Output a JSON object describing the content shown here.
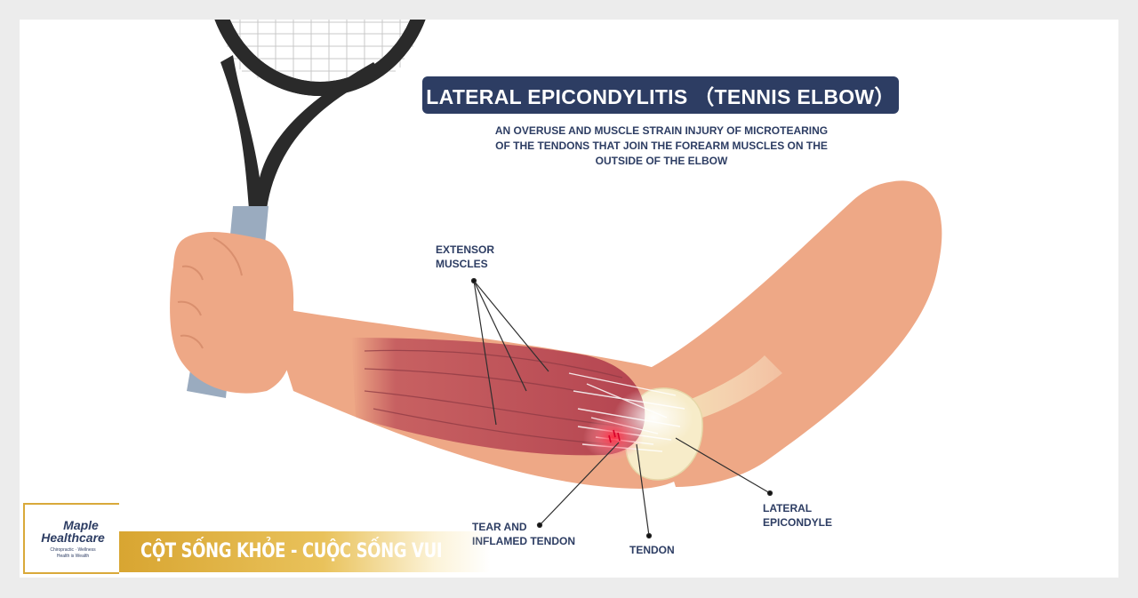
{
  "title": "LATERAL EPICONDYLITIS （TENNIS ELBOW）",
  "subtitle": [
    "AN OVERUSE AND MUSCLE STRAIN INJURY OF MICROTEARING",
    "OF THE TENDONS THAT JOIN THE FOREARM MUSCLES ON THE",
    "OUTSIDE OF THE ELBOW"
  ],
  "labels": {
    "extensor_muscles": [
      "EXTENSOR",
      "MUSCLES"
    ],
    "tear_inflamed": [
      "TEAR AND",
      "INFLAMED TENDON"
    ],
    "tendon": "TENDON",
    "lateral_epicondyle": [
      "LATERAL",
      "EPICONDYLE"
    ]
  },
  "brand": {
    "name_line1": "Maple",
    "name_line2": "Healthcare",
    "tagline_line1": "Chiropractic · Wellness",
    "tagline_line2": "Health is Wealth",
    "slogan": "CỘT SỐNG KHỎE - CUỘC SỐNG VUI"
  },
  "colors": {
    "navy": "#2d3d63",
    "skin": "#eea886",
    "muscle": "#c0545b",
    "tendon": "#f3f1f4",
    "bone": "#f7ecc9",
    "gold": "#d9a93a",
    "inflammation": "#ff3b4f"
  }
}
